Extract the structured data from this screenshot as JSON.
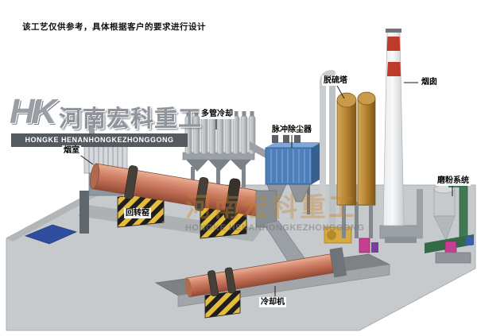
{
  "disclaimer": "该工艺仅供参考，具体根据客户的要求进行设计",
  "logo": {
    "monogram": "HK",
    "company_cn": "河南宏科重工",
    "company_en": "HONGKE HENANHONGKEZHONGGONG"
  },
  "watermark": {
    "cn": "河南宏科重工",
    "en": "HONGKE HENANHONGKEZHONGGONG"
  },
  "labels": {
    "smoke_chamber": "烟室",
    "multi_tube_cooler": "多管冷却",
    "pulse_dust_collector": "脉冲除尘器",
    "desulfurization_tower": "脱硫塔",
    "chimney": "烟囱",
    "grinding_system": "磨粉系统",
    "rotary_kiln": "回转窑",
    "cooling_machine": "冷却机"
  },
  "colors": {
    "platform": "#c6cacc",
    "mat_blue": "#2f4d9e",
    "kiln": "#c97a5a",
    "dust_collector": "#4d7fba",
    "tower": "#c89a4a",
    "chimney_band": "#c03a2a",
    "pipe_green": "#3f7a52",
    "pipe_green_dark": "#346a46",
    "fan_yellow": "#d8a93e",
    "accent_magenta": "#c2408f",
    "hazard_yellow": "#e6bc3c"
  }
}
